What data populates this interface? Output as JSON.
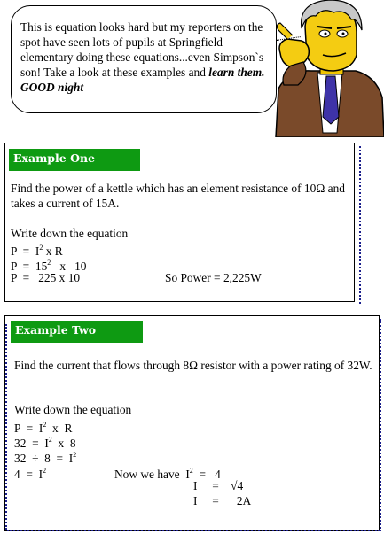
{
  "speech": {
    "part1": "This is equation looks hard but my reporters on the spot have seen lots of pupils at Springfield elementary doing these equations...even Simpson`s son!  Take a look at these examples and ",
    "part2": "learn them. GOOD night"
  },
  "colors": {
    "tag_green": "#0e9a12",
    "dot_blue": "#1b1f8c"
  },
  "example_one": {
    "title": "Example One",
    "problem": "Find the power of a kettle which has an element resistance of 10Ω and takes a current of 15A.",
    "instruction": "Write down the equation",
    "line1_lhs": "P  =  I",
    "line1_exp": "2",
    "line1_rhs": " x R",
    "line2_lhs": "P  =  15",
    "line2_exp": "2",
    "line2_rhs": "   x   10",
    "line3": "P  =   225 x 10",
    "result": "So Power = 2,225W"
  },
  "example_two": {
    "title": "Example Two",
    "problem": "Find the current that flows through 8Ω  resistor with a power rating of 32W.",
    "instruction": "Write down the equation",
    "line1_lhs": "P  =  I",
    "line1_exp": "2",
    "line1_rhs": "  x  R",
    "line2_lhs": "32  =  I",
    "line2_exp": "2",
    "line2_rhs": "  x  8",
    "line3_lhs": "32  ÷  8  =  I",
    "line3_exp": "2",
    "line4_lhs": "4  =  I",
    "line4_exp": "2",
    "now_lhs": "Now we have  I",
    "now_exp": "2",
    "now_rhs": "  =   4",
    "sqrt_line": "I     =    √4",
    "answer_line": "I     =      2A"
  }
}
